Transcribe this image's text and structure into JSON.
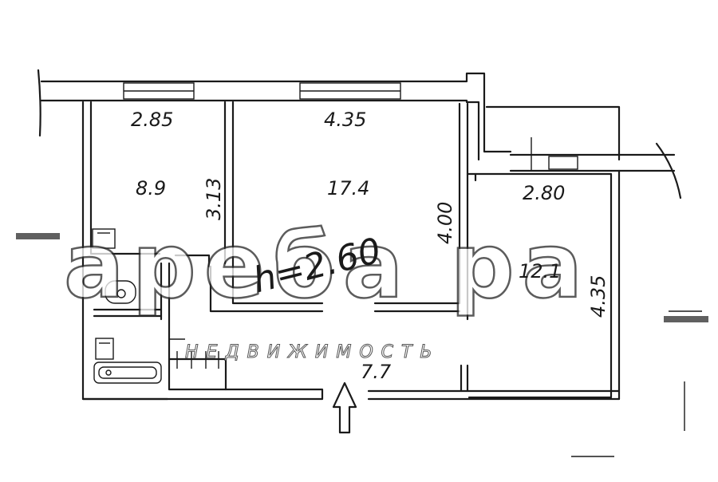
{
  "dimensions": {
    "room1_width": "2.85",
    "room1_depth": "3.13",
    "room2_width": "4.35",
    "room2_depth": "4.00",
    "room3_width": "2.80",
    "room3_depth": "4.35"
  },
  "areas": {
    "room1": "8.9",
    "room2": "17.4",
    "room3": "12.1",
    "hall": "7.7"
  },
  "ceiling_height": "h=2.60",
  "watermark": {
    "brand": "ареба ра",
    "sub": "НЕДВИЖИМОСТЬ"
  },
  "entrance": "entrance-arrow"
}
